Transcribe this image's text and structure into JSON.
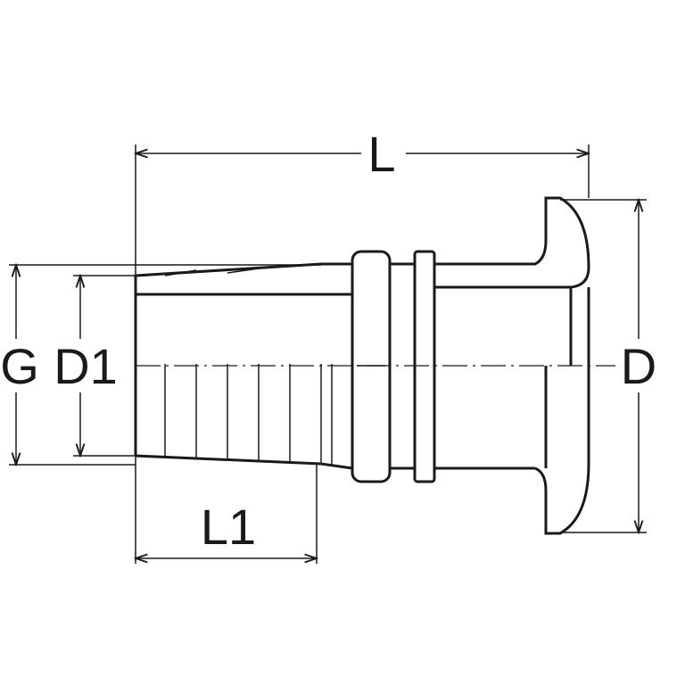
{
  "labels": {
    "length": "L",
    "flange_diameter": "D",
    "thread_diameter": "G",
    "hose_diameter": "D1",
    "hose_length": "L1"
  },
  "colors": {
    "line": "#1a1a1a",
    "background": "#ffffff"
  }
}
